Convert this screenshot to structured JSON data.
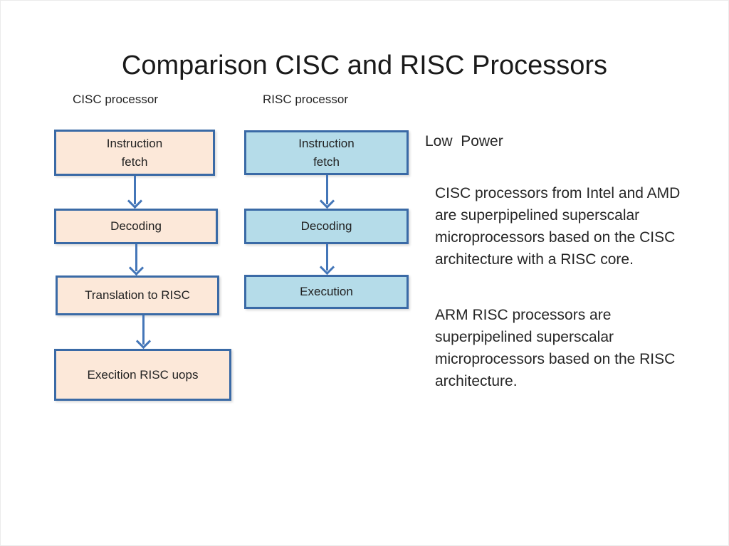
{
  "slide": {
    "title": "Comparison CISC and RISC Processors",
    "columns": [
      {
        "label": "CISC processor",
        "boxes": [
          "Instruction\nfetch",
          "Decoding",
          "Translation to RISC",
          "Execition RISC uops"
        ]
      },
      {
        "label": "RISC processor",
        "boxes": [
          "Instruction\nfetch",
          "Decoding",
          "Execution"
        ]
      }
    ],
    "annotation_heading": "Low  Power",
    "paragraphs": [
      "CISC processors  from Intel and AMD\nare superpipelined superscalar\nmicroprocessors   based on the CISC\narchitecture with a RISC core.",
      "ARM RISC processors are\nsuperpipelined   superscalar\nmicroprocessors based on the RISC\narchitecture."
    ],
    "colors": {
      "cisc_box_fill": "#fce8d9",
      "risc_box_fill": "#b5dce9",
      "box_border": "#3a6aa6",
      "arrow": "#4476b8",
      "text": "#262626"
    }
  }
}
